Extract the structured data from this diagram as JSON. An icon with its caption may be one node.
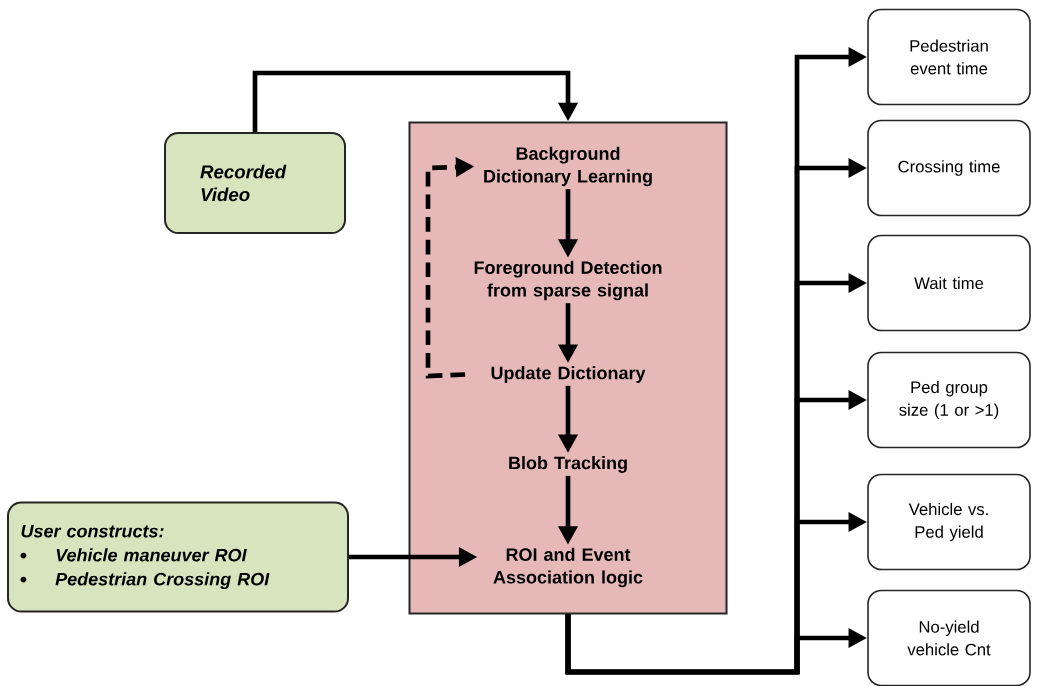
{
  "diagram": {
    "nodes": [
      {
        "text": [
          "Recorded Video"
        ]
      },
      {
        "text": [],
        "shape": "box"
      },
      {
        "text": [
          "Background Dictionary Learning"
        ],
        "in": 1
      },
      {
        "text": [
          "Foreground Detection from sparse signal"
        ],
        "in": 1
      },
      {
        "text": [
          "Update Dictionary"
        ],
        "in": 1
      },
      {
        "text": [
          "Blob Tracking"
        ],
        "in": 1
      },
      {
        "text": [
          "ROI and Event Association logic"
        ],
        "in": 1
      },
      {
        "text": [
          "User constructs:",
          "Vehicle maneuver ROI",
          "Pedestrian Crossing ROI"
        ]
      },
      {
        "text": [
          "Pedestrian event time"
        ]
      },
      {
        "text": [
          "Crossing time"
        ]
      },
      {
        "text": [
          "Wait time"
        ]
      },
      {
        "text": [
          "Ped group size (1 or >1)"
        ]
      },
      {
        "text": [
          "Vehicle vs. Ped yield"
        ]
      },
      {
        "text": [
          "No-yield vehicle Cnt"
        ]
      }
    ],
    "edges": [
      {
        "from": 0,
        "to": 1,
        "arrow": "to"
      },
      {
        "from": 2,
        "to": 3,
        "arrow": "to"
      },
      {
        "from": 3,
        "to": 4,
        "arrow": "to"
      },
      {
        "from": 4,
        "to": 5,
        "arrow": "to"
      },
      {
        "from": 5,
        "to": 6,
        "arrow": "to"
      },
      {
        "from": 4,
        "to": 2,
        "arrow": "to",
        "style": "dashed"
      },
      {
        "from": 7,
        "to": 6,
        "arrow": "to"
      },
      {
        "from": 1,
        "to": 8,
        "arrow": "to"
      },
      {
        "from": 1,
        "to": 9,
        "arrow": "to"
      },
      {
        "from": 1,
        "to": 10,
        "arrow": "to"
      },
      {
        "from": 1,
        "to": 11,
        "arrow": "to"
      },
      {
        "from": 1,
        "to": 12,
        "arrow": "to"
      },
      {
        "from": 1,
        "to": 13,
        "arrow": "to"
      }
    ]
  }
}
